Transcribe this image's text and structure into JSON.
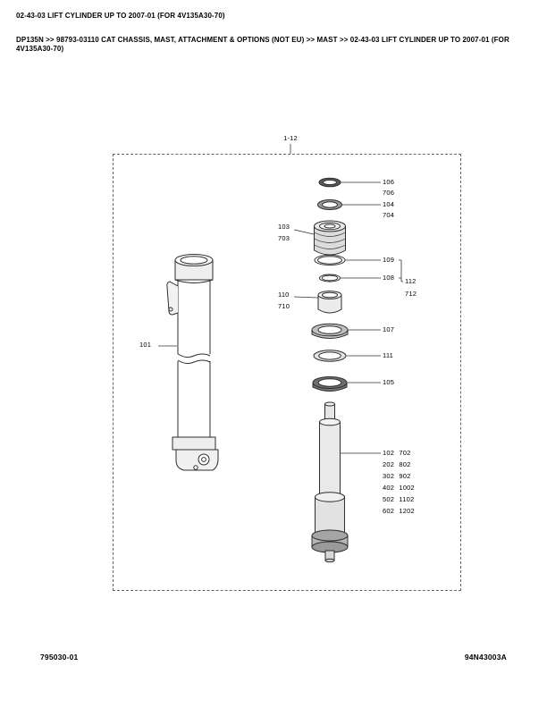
{
  "header": {
    "title": "02-43-03 LIFT CYLINDER UP TO 2007-01 (FOR 4V135A30-70)",
    "breadcrumb": "DP135N >> 98793-03110 CAT CHASSIS, MAST, ATTACHMENT & OPTIONS (NOT EU) >> MAST >> 02-43-03 LIFT CYLINDER UP TO 2007-01 (FOR 4V135A30-70)"
  },
  "figure": {
    "range_label": "1-12",
    "callouts": {
      "c106": "106",
      "c706": "706",
      "c104": "104",
      "c704": "704",
      "c103": "103",
      "c703": "703",
      "c109": "109",
      "c108": "108",
      "c112": "112",
      "c712": "712",
      "c110": "110",
      "c710": "710",
      "c107": "107",
      "c111": "111",
      "c105": "105",
      "c101": "101",
      "rod_rows": [
        "102 702",
        "202 802",
        "302 902",
        "402 1002",
        "502 1102",
        "602 1202"
      ]
    }
  },
  "footer": {
    "left": "795030-01",
    "right": "94N43003A"
  }
}
